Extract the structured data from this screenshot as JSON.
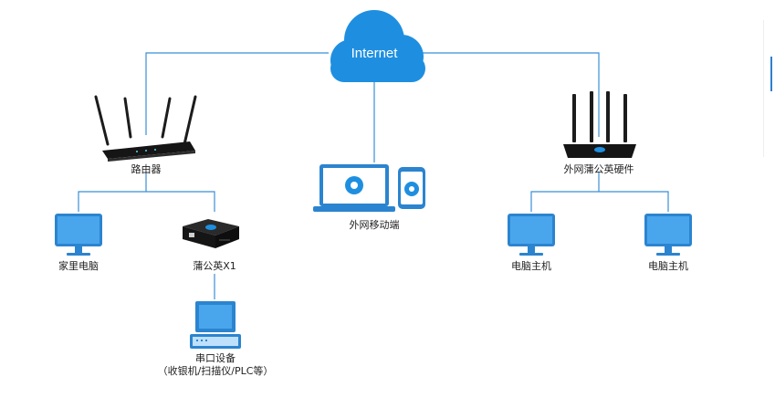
{
  "cloud": {
    "label": "Internet"
  },
  "nodes": {
    "router": "路由器",
    "home_pc": "家里电脑",
    "pgy_x1": "蒲公英X1",
    "serial_device": "串口设备",
    "serial_device_examples": "（收银机/扫描仪/PLC等）",
    "mobile": "外网移动端",
    "remote_hardware": "外网蒲公英硬件",
    "pc_host_1": "电脑主机",
    "pc_host_2": "电脑主机"
  },
  "colors": {
    "line": "#3a8fd6",
    "cloud": "#1e8fe0",
    "screen": "#4aa6ec",
    "screen_frame": "#2b84cf",
    "device_dark": "#1c1c1c",
    "accent": "#2f7fd1"
  },
  "icons": {
    "cloud": "cloud-icon",
    "router": "router-icon",
    "monitor": "monitor-icon",
    "pgy_box": "dandelion-box-icon",
    "laptop": "laptop-icon",
    "phone": "phone-icon",
    "terminal": "terminal-icon"
  }
}
